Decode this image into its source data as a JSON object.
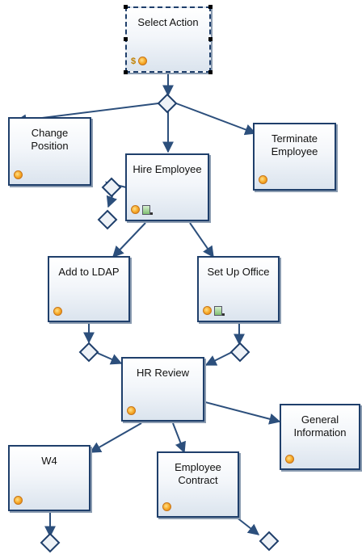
{
  "nodes": [
    {
      "id": "select-action",
      "label": "Select Action",
      "icons": [
        "dollar-icon",
        "gear-icon"
      ]
    },
    {
      "id": "change-position",
      "label": "Change\nPosition",
      "icons": [
        "gear-icon"
      ]
    },
    {
      "id": "hire-employee",
      "label": "Hire Employee",
      "icons": [
        "gear-icon",
        "script-icon"
      ]
    },
    {
      "id": "terminate-employee",
      "label": "Terminate\nEmployee",
      "icons": [
        "gear-icon"
      ]
    },
    {
      "id": "add-to-ldap",
      "label": "Add to LDAP",
      "icons": [
        "gear-icon"
      ]
    },
    {
      "id": "set-up-office",
      "label": "Set Up Office",
      "icons": [
        "gear-icon",
        "script-icon"
      ]
    },
    {
      "id": "hr-review",
      "label": "HR Review",
      "icons": [
        "gear-icon"
      ]
    },
    {
      "id": "general-information",
      "label": "General\nInformation",
      "icons": [
        "gear-icon"
      ]
    },
    {
      "id": "w4",
      "label": "W4",
      "icons": [
        "gear-icon"
      ]
    },
    {
      "id": "employee-contract",
      "label": "Employee\nContract",
      "icons": [
        "gear-icon"
      ]
    }
  ],
  "colors": {
    "node_border": "#1f3f6b",
    "edge": "#2c4f7c",
    "selection": "#000000"
  }
}
